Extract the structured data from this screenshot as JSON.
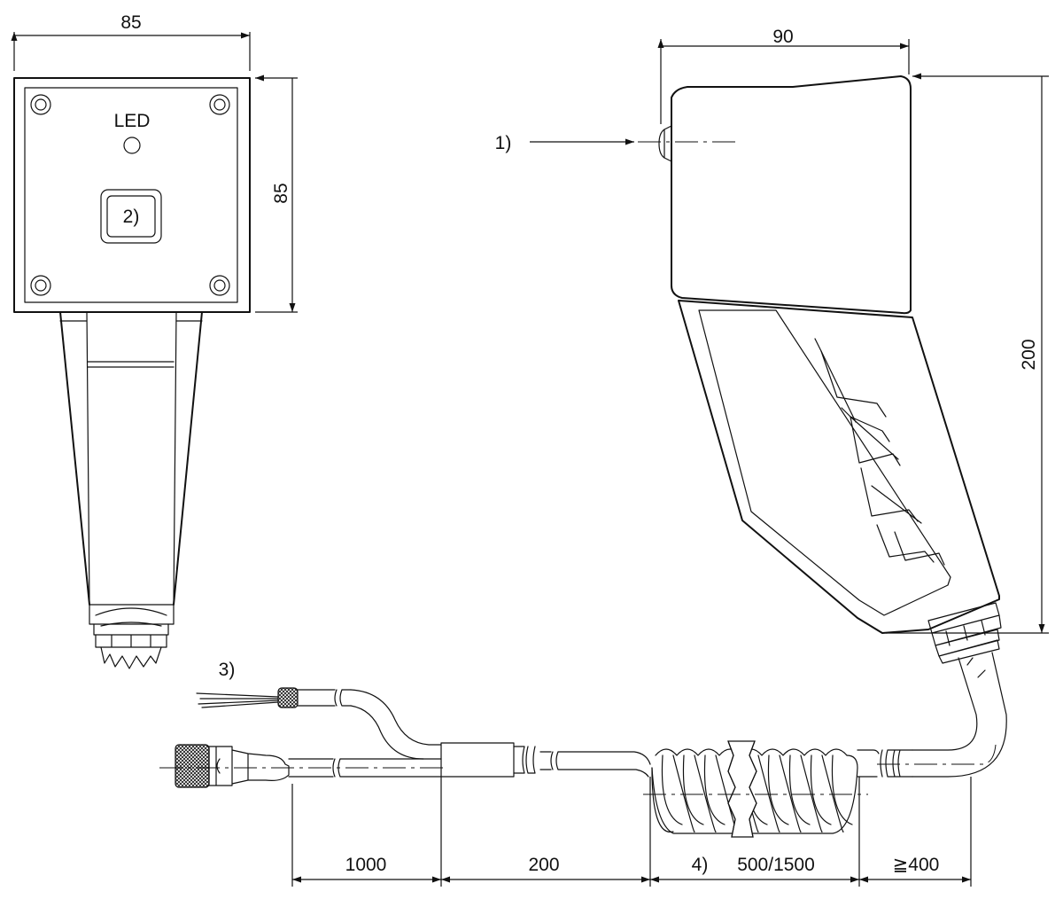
{
  "labels": {
    "led": "LED",
    "callout_1": "1)",
    "callout_2": "2)",
    "callout_3": "3)",
    "callout_4": "4)"
  },
  "dimensions": {
    "front_width": "85",
    "front_height": "85",
    "side_width": "90",
    "side_height": "200",
    "cable_1": "1000",
    "cable_2": "200",
    "cable_coil": "500/1500",
    "cable_end": "≧400"
  }
}
